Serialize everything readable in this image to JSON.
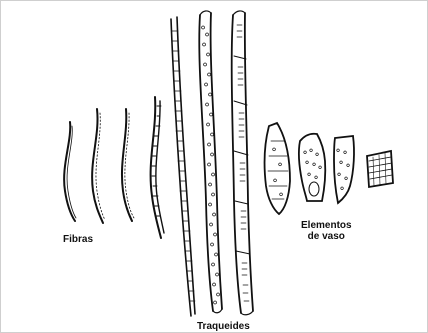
{
  "labels": {
    "fibras": "Fibras",
    "elementos_line1": "Elementos",
    "elementos_line2": "de vaso",
    "traqueides": "Traqueides"
  }
}
